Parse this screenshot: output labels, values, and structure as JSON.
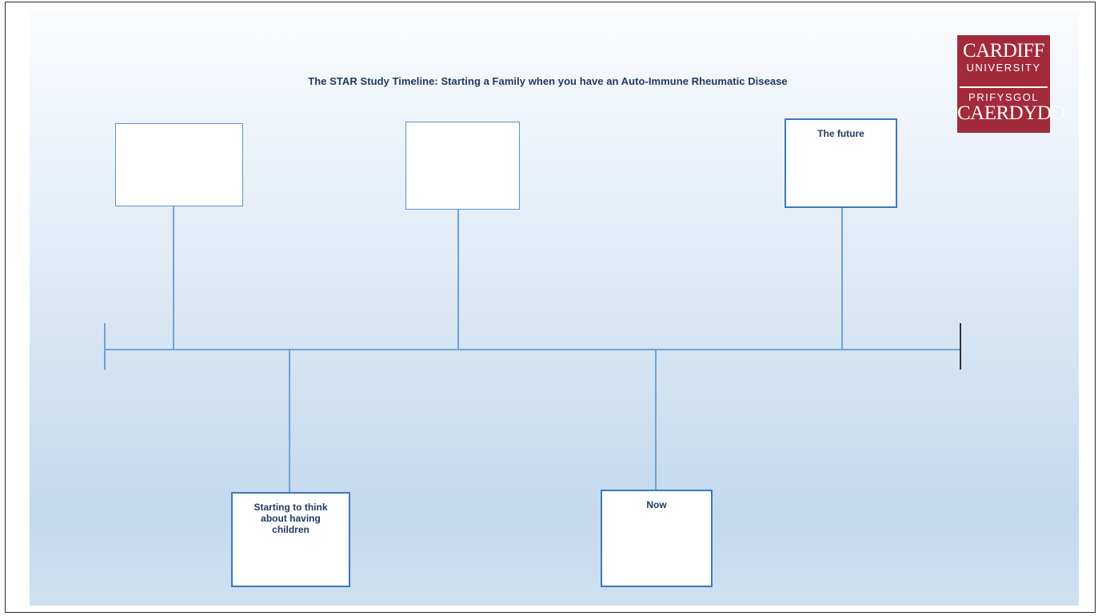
{
  "title": "The STAR Study Timeline: Starting a Family when you have an Auto-Immune Rheumatic Disease",
  "logo": {
    "line1": "CARDIFF",
    "line2": "UNIVERSITY",
    "line3": "PRIFYSGOL",
    "line4": "CAERDYDD",
    "background_color": "#a32a3a"
  },
  "boxes": {
    "top_left": "",
    "top_middle": "",
    "top_right": "The future",
    "bottom_left": "Starting to think about having children",
    "bottom_right": "Now"
  },
  "colors": {
    "timeline": "#6fa2d4",
    "box_border": "#3f78bd",
    "title_text": "#1f3a60"
  }
}
